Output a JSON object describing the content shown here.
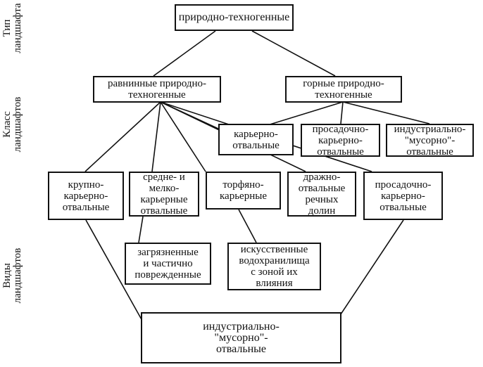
{
  "side_labels": {
    "type": "Тип\nландшафта",
    "class": "Класс\nландшафтов",
    "kinds": "Виды\nландшафтов"
  },
  "nodes": {
    "top": "природно-техногенные",
    "plain": "равнинные природно-\nтехногенные",
    "mountain": "горные природно-\nтехногенные",
    "quarry_dump": "карьерно-\nотвальные",
    "subsidence_dump": "просадочно-\nкарьерно-\nотвальные",
    "industrial_waste_class": "индустриально-\n\"мусорно\"-\nотвальные",
    "large_quarry": "крупно-\nкарьерно-\nотвальные",
    "medium_small_quarry": "средне- и\nмелко-\nкарьерные\nотвальные",
    "peat_quarry": "торфяно-\nкарьерные",
    "dredge": "дражно-\nотвальные\nречных\nдолин",
    "subsidence_quarry": "просадочно-\nкарьерно-\nотвальные",
    "polluted": "загрязненные\nи частично\nповрежденные",
    "reservoirs": "искусственные\nводохранилища\nс зоной их\nвлияния",
    "industrial_waste_bottom": "индустриально-\n\"мусорно\"-\nотвальные"
  }
}
